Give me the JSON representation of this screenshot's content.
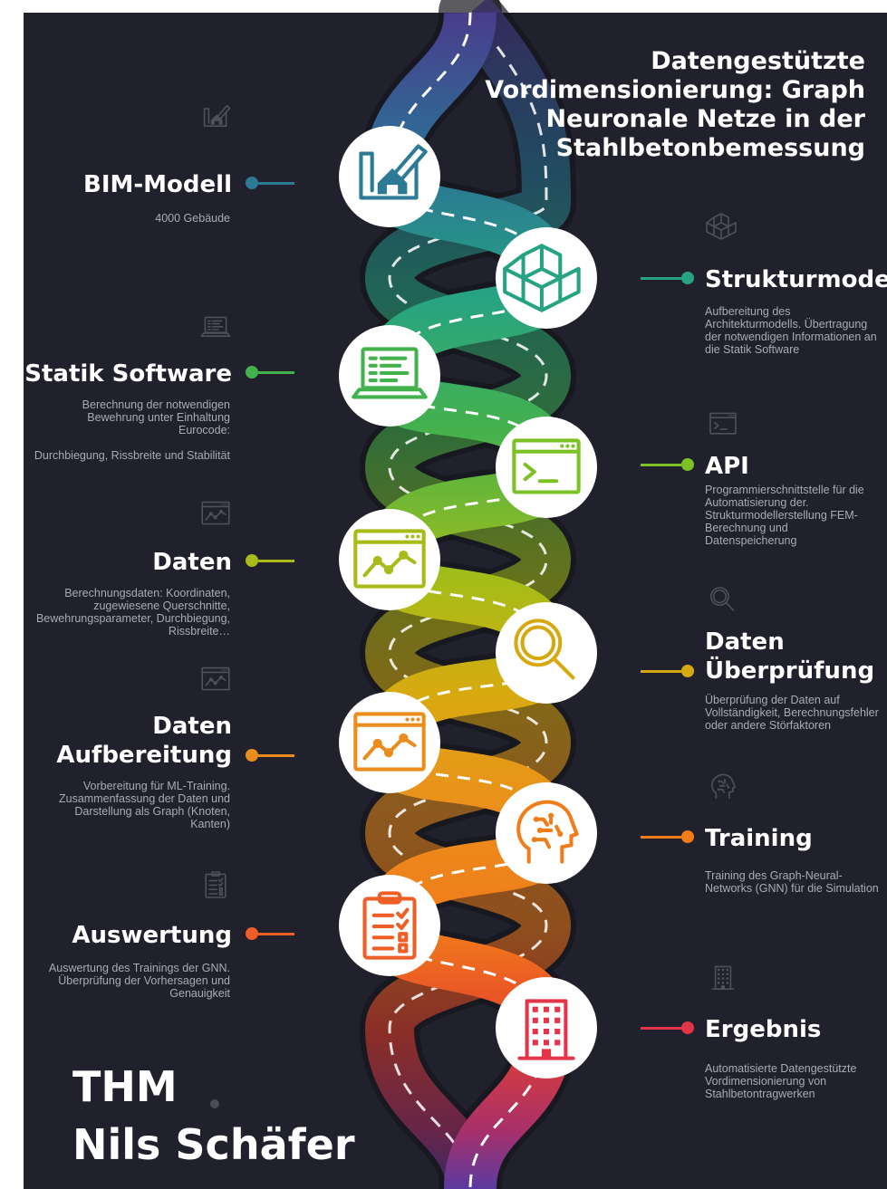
{
  "title": "Datengestützte Vordimensionierung: Graph Neuronale Netze in der Stahlbetonbemessung",
  "author": {
    "org": "THM",
    "name": "Nils Schäfer"
  },
  "steps": [
    {
      "title": "BIM-Modell",
      "desc": "4000 Gebäude",
      "side": "left",
      "color": "#2c7a96",
      "icon": "bim-model-icon"
    },
    {
      "title": "Strukturmodell",
      "desc": "Aufbereitung des Architekturmodells. Übertragung der notwendigen Informationen an die Statik Software",
      "side": "right",
      "color": "#26a383",
      "icon": "structure-model-icon"
    },
    {
      "title": "Statik Software",
      "desc": "Berechnung der notwendigen Bewehrung unter Einhaltung Eurocode:\n\nDurchbiegung, Rissbreite und Stabilität",
      "side": "left",
      "color": "#44b24c",
      "icon": "laptop-icon"
    },
    {
      "title": "API",
      "desc": "Programmierschnittstelle für die Automatisierung der. Strukturmodellerstellung FEM-Berechnung und Datenspeicherung",
      "side": "right",
      "color": "#7cc224",
      "icon": "terminal-icon"
    },
    {
      "title": "Daten",
      "desc": "Berechnungsdaten: Koordinaten, zugewiesene Querschnitte, Bewehrungsparameter, Durchbiegung, Rissbreite…",
      "side": "left",
      "color": "#a9bb18",
      "icon": "data-chart-icon"
    },
    {
      "title": "Daten\nÜberprüfung",
      "desc": "Überprüfung der Daten auf Vollständigkeit, Berechnungsfehler oder andere Störfaktoren",
      "side": "right",
      "color": "#d7a910",
      "icon": "magnifier-icon"
    },
    {
      "title": "Daten\nAufbereitung",
      "desc": "Vorbereitung für ML-Training. Zusammenfassung der Daten und Darstellung als Graph (Knoten, Kanten)",
      "side": "left",
      "color": "#ea8d1c",
      "icon": "data-processing-icon"
    },
    {
      "title": "Training",
      "desc": "Training des Graph-Neural-Networks (GNN) für die Simulation",
      "side": "right",
      "color": "#f07d1a",
      "icon": "brain-icon"
    },
    {
      "title": "Auswertung",
      "desc": "Auswertung des Trainings der GNN. Überprüfung der Vorhersagen und Genauigkeit",
      "side": "left",
      "color": "#ee5e26",
      "icon": "clipboard-icon"
    },
    {
      "title": "Ergebnis",
      "desc": "Automatisierte Datengestützte Vordimensionierung von Stahlbetontragwerken",
      "side": "right",
      "color": "#e2354a",
      "icon": "building-icon"
    }
  ]
}
